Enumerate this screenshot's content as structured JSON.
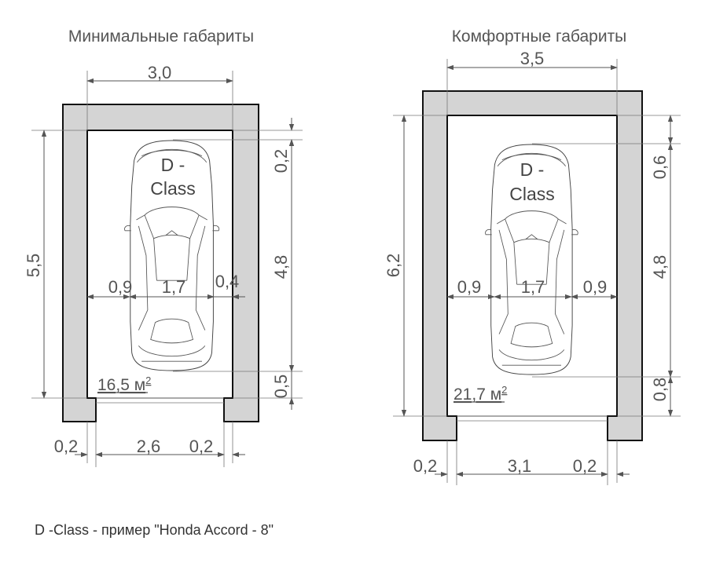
{
  "left": {
    "title": "Минимальные габариты",
    "class_line1": "D -",
    "class_line2": "Class",
    "area_value": "16,5 м",
    "area_sup": "2",
    "dims": {
      "width_top": "3,0",
      "height_left": "5,5",
      "front_gap": "0,2",
      "car_length": "4,8",
      "rear_gap": "0,5",
      "side_left": "0,9",
      "car_width": "1,7",
      "side_right": "0,4",
      "wall_left": "0,2",
      "gate_width": "2,6",
      "wall_right": "0,2"
    }
  },
  "right": {
    "title": "Комфортные габариты",
    "class_line1": "D -",
    "class_line2": "Class",
    "area_value": "21,7 м",
    "area_sup": "2",
    "dims": {
      "width_top": "3,5",
      "height_left": "6,2",
      "front_gap": "0,6",
      "car_length": "4,8",
      "rear_gap": "0,8",
      "side_left": "0,9",
      "car_width": "1,7",
      "side_right": "0,9",
      "wall_left": "0,2",
      "gate_width": "3,1",
      "wall_right": "0,2"
    }
  },
  "footnote": "D -Class - пример \"Honda Accord - 8\""
}
